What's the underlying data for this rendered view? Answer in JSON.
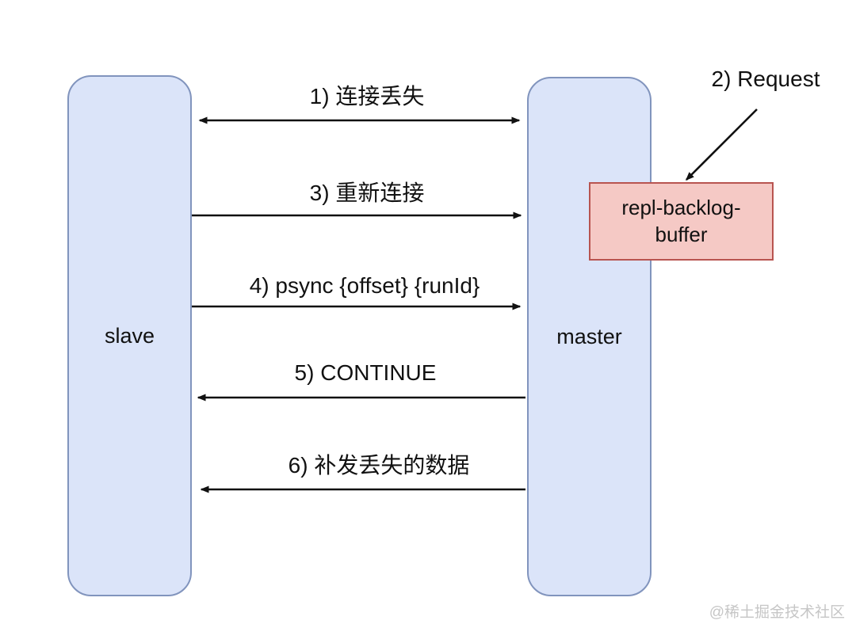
{
  "diagram": {
    "title": "redis-psync-partial-resync-flow",
    "nodes": {
      "slave": {
        "label": "slave"
      },
      "master": {
        "label": "master"
      },
      "buffer": {
        "label": "repl-backlog-buffer"
      }
    },
    "arrows": [
      {
        "label": "1) 连接丢失",
        "from": "slave",
        "to": "master",
        "direction": "both"
      },
      {
        "label": "2) Request",
        "from": "label",
        "to": "buffer",
        "direction": "down-left"
      },
      {
        "label": "3) 重新连接",
        "from": "slave",
        "to": "master",
        "direction": "right"
      },
      {
        "label": "4) psync {offset} {runId}",
        "from": "slave",
        "to": "master",
        "direction": "right"
      },
      {
        "label": "5) CONTINUE",
        "from": "master",
        "to": "slave",
        "direction": "left"
      },
      {
        "label": "6) 补发丢失的数据",
        "from": "master",
        "to": "slave",
        "direction": "left"
      }
    ],
    "colors": {
      "node_fill": "#dbe4f9",
      "node_border": "#8194bd",
      "buffer_fill": "#f5c9c5",
      "buffer_border": "#b85450",
      "arrow": "#111111",
      "text": "#111111",
      "watermark": "#c6c6c6"
    },
    "watermark": "@稀土掘金技术社区"
  }
}
